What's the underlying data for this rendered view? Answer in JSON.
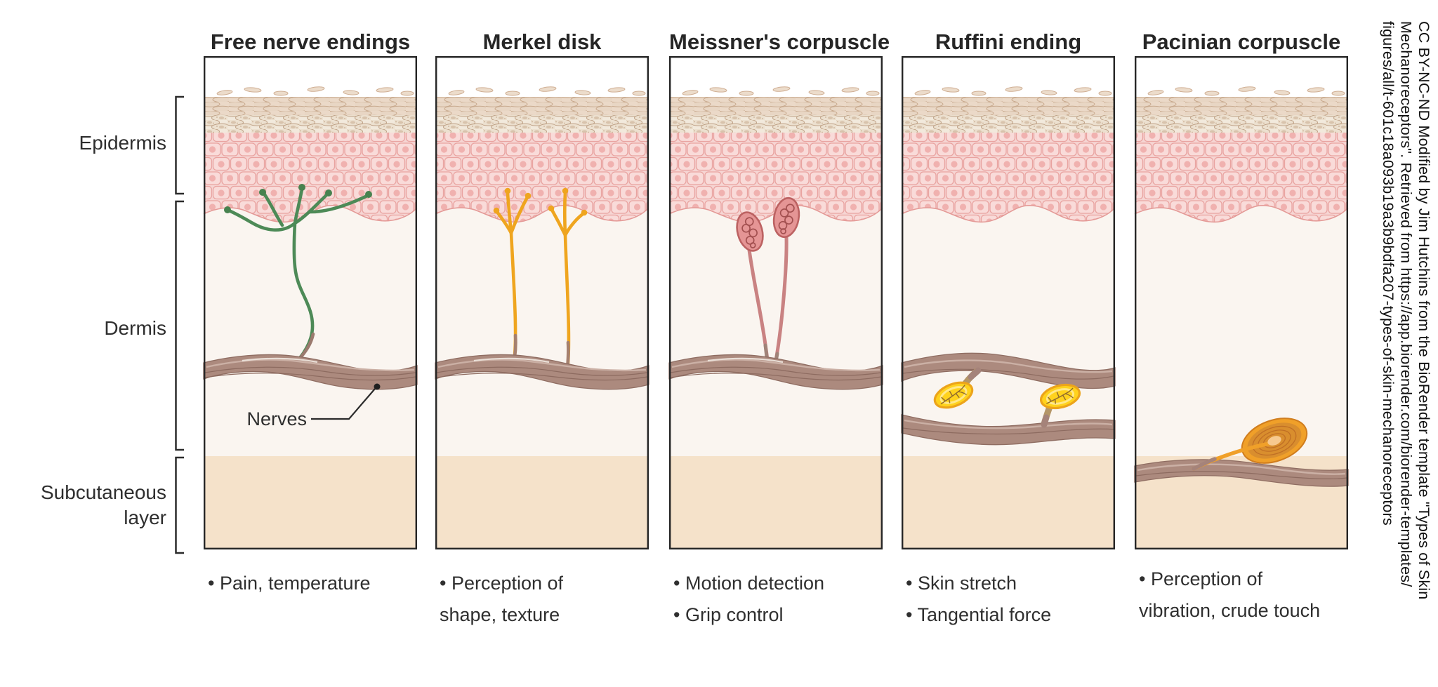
{
  "figure": {
    "panels": [
      {
        "title": "Free nerve endings",
        "caption_lines": [
          "• Pain, temperature",
          ""
        ]
      },
      {
        "title": "Merkel disk",
        "caption_lines": [
          "• Perception of",
          "shape, texture"
        ]
      },
      {
        "title": "Meissner's corpuscle",
        "caption_lines": [
          "• Motion detection",
          "• Grip control"
        ]
      },
      {
        "title": "Ruffini ending",
        "caption_lines": [
          "• Skin stretch",
          "• Tangential force"
        ]
      },
      {
        "title": "Pacinian corpuscle",
        "caption_lines": [
          "• Perception of",
          "vibration, crude touch"
        ]
      }
    ],
    "layer_labels": {
      "epidermis": "Epidermis",
      "dermis": "Dermis",
      "subcutaneous": "Subcutaneous layer"
    },
    "nerves_label": "Nerves",
    "attribution_lines": [
      "CC BY-NC-ND Modified by Jim Hutchins from the BioRender template \"Types of Skin",
      "Mechanoreceptors\". Retrieved from https://app.biorender.com/biorender-templates/",
      "figures/all/t-601c18a093b19a3b9bdfa207-types-of-skin-mechanoreceptors"
    ],
    "palette": {
      "free_nerve_ending_green": "#4d8a57",
      "merkel_orange": "#efa51f",
      "meissner_rose": "#e59595",
      "ruffini_yellow": "#ffd21d",
      "pacinian_orange": "#f0a029",
      "nerve_brown": "#ac8a7e",
      "epidermis_pink": "#f6d5d3",
      "subcutaneous_tan": "#f5e2ca"
    }
  }
}
